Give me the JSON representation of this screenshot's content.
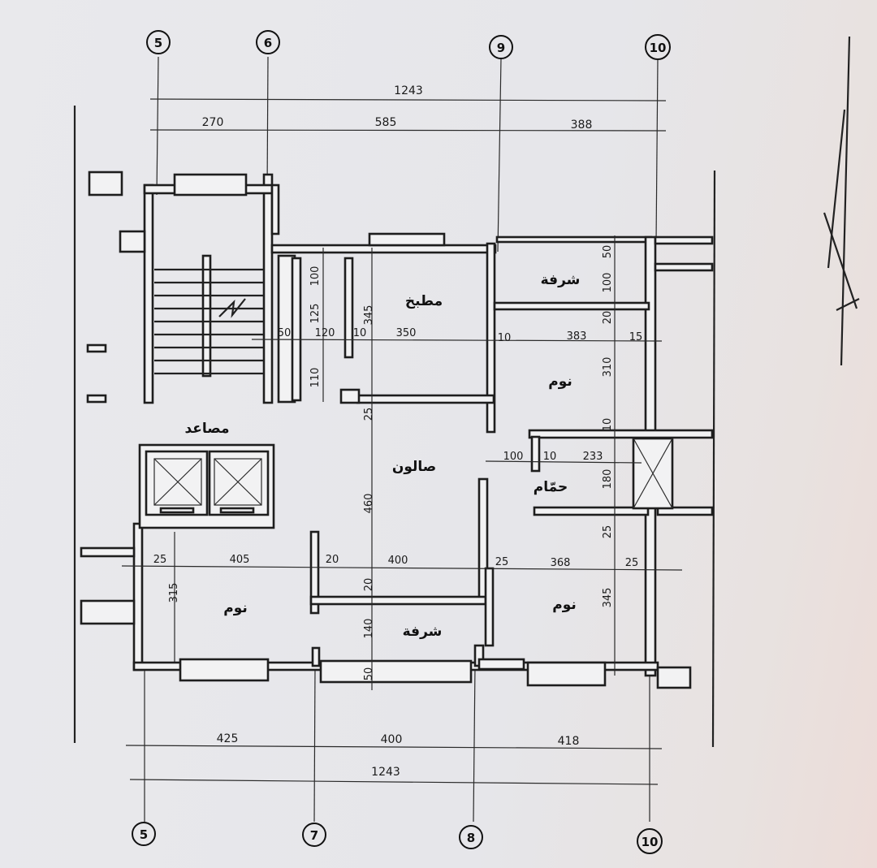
{
  "axes_top": [
    "5",
    "6",
    "9",
    "10"
  ],
  "axes_bottom": [
    "5",
    "7",
    "8",
    "10"
  ],
  "dims_top": {
    "total": "1243",
    "segments": [
      "270",
      "585",
      "388"
    ]
  },
  "dims_bottom": {
    "total": "1243",
    "segments": [
      "425",
      "400",
      "418"
    ]
  },
  "interior_dims": [
    "100",
    "125",
    "50",
    "120",
    "10",
    "345",
    "350",
    "10",
    "383",
    "15",
    "50",
    "100",
    "20",
    "310",
    "110",
    "25",
    "10",
    "100",
    "10",
    "233",
    "180",
    "460",
    "25",
    "25",
    "405",
    "20",
    "400",
    "25",
    "368",
    "25",
    "315",
    "20",
    "345",
    "140",
    "50"
  ],
  "rooms": {
    "kitchen": "مطبخ",
    "balcony_top": "شرفة",
    "bedroom_top": "نوم",
    "elevators": "مصاعد",
    "salon": "صالون",
    "bathroom": "حمّام",
    "bedroom_left": "نوم",
    "balcony_bottom": "شرفة",
    "bedroom_right": "نوم"
  }
}
